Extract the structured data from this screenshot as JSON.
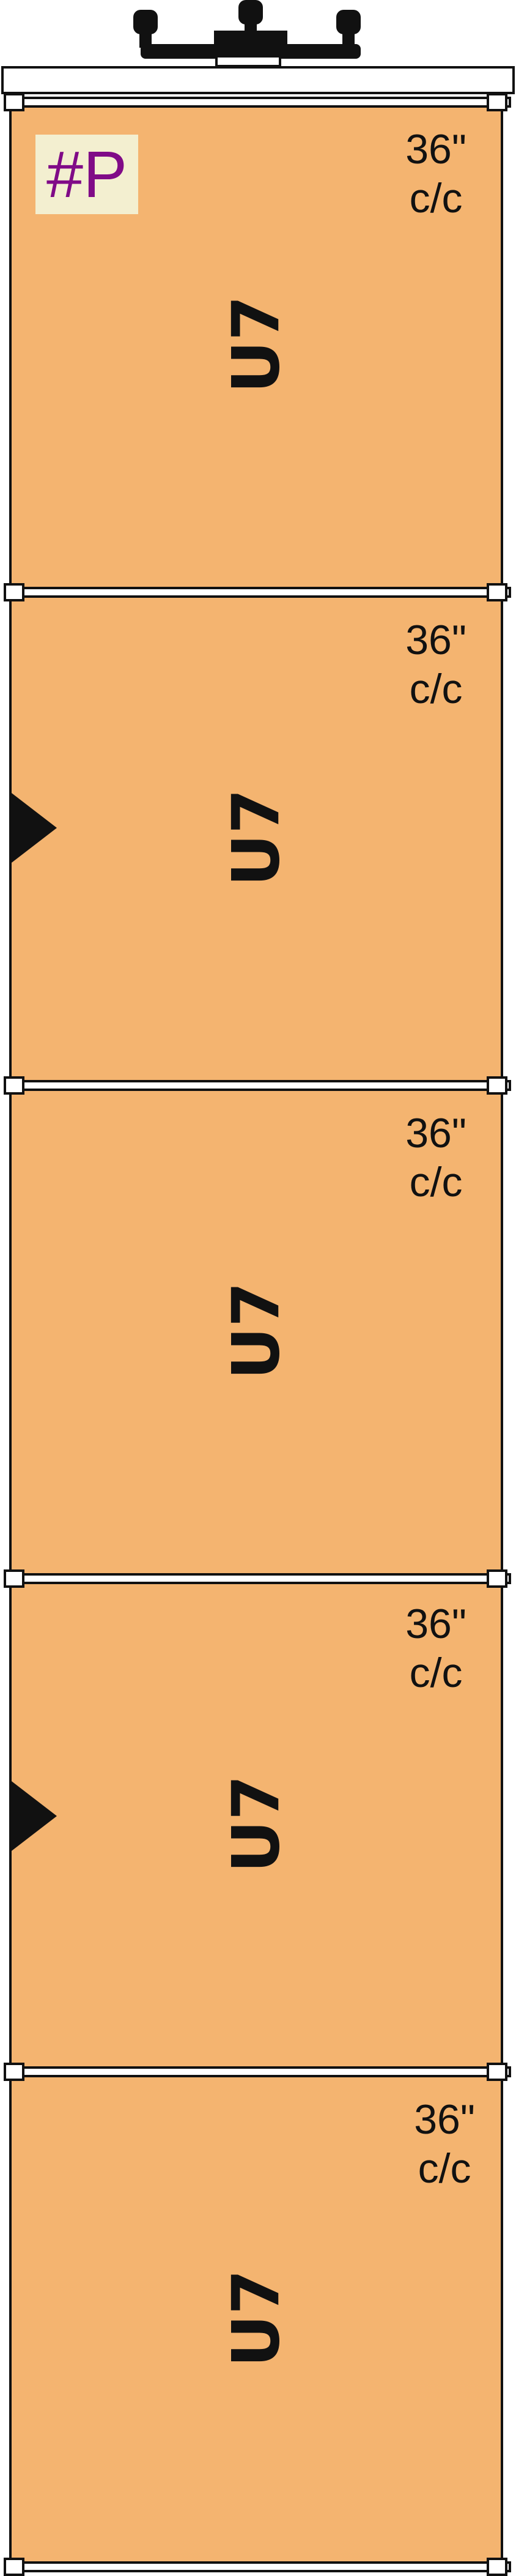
{
  "panel_label": "#P",
  "sections": [
    {
      "spacing_line1": "36\"",
      "spacing_line2": "c/c",
      "model": "U7",
      "marker": false
    },
    {
      "spacing_line1": "36\"",
      "spacing_line2": "c/c",
      "model": "U7",
      "marker": true
    },
    {
      "spacing_line1": "36\"",
      "spacing_line2": "c/c",
      "model": "U7",
      "marker": false
    },
    {
      "spacing_line1": "36\"",
      "spacing_line2": "c/c",
      "model": "U7",
      "marker": true
    },
    {
      "spacing_line1": "36\"",
      "spacing_line2": "c/c",
      "model": "U7",
      "marker": false
    }
  ],
  "colors": {
    "rack_fill": "#f4b470",
    "outline": "#111111",
    "label_text": "#800b87",
    "label_background": "#f3efd0"
  }
}
